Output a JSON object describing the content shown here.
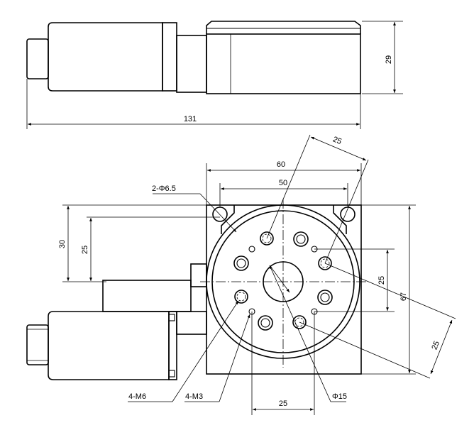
{
  "side_view": {
    "dim_height": "29",
    "dim_length": "131"
  },
  "top_view": {
    "dim_60": "60",
    "dim_50": "50",
    "dim_2phi65": "2-Φ6.5",
    "dim_30": "30",
    "dim_25_left": "25",
    "dim_25_diag_top": "25",
    "dim_25_right": "25",
    "dim_67": "67",
    "dim_25_diag_right": "25",
    "dim_25_bottom": "25",
    "label_4m6": "4-M6",
    "label_4m3": "4-M3",
    "label_phi15": "Φ15"
  }
}
